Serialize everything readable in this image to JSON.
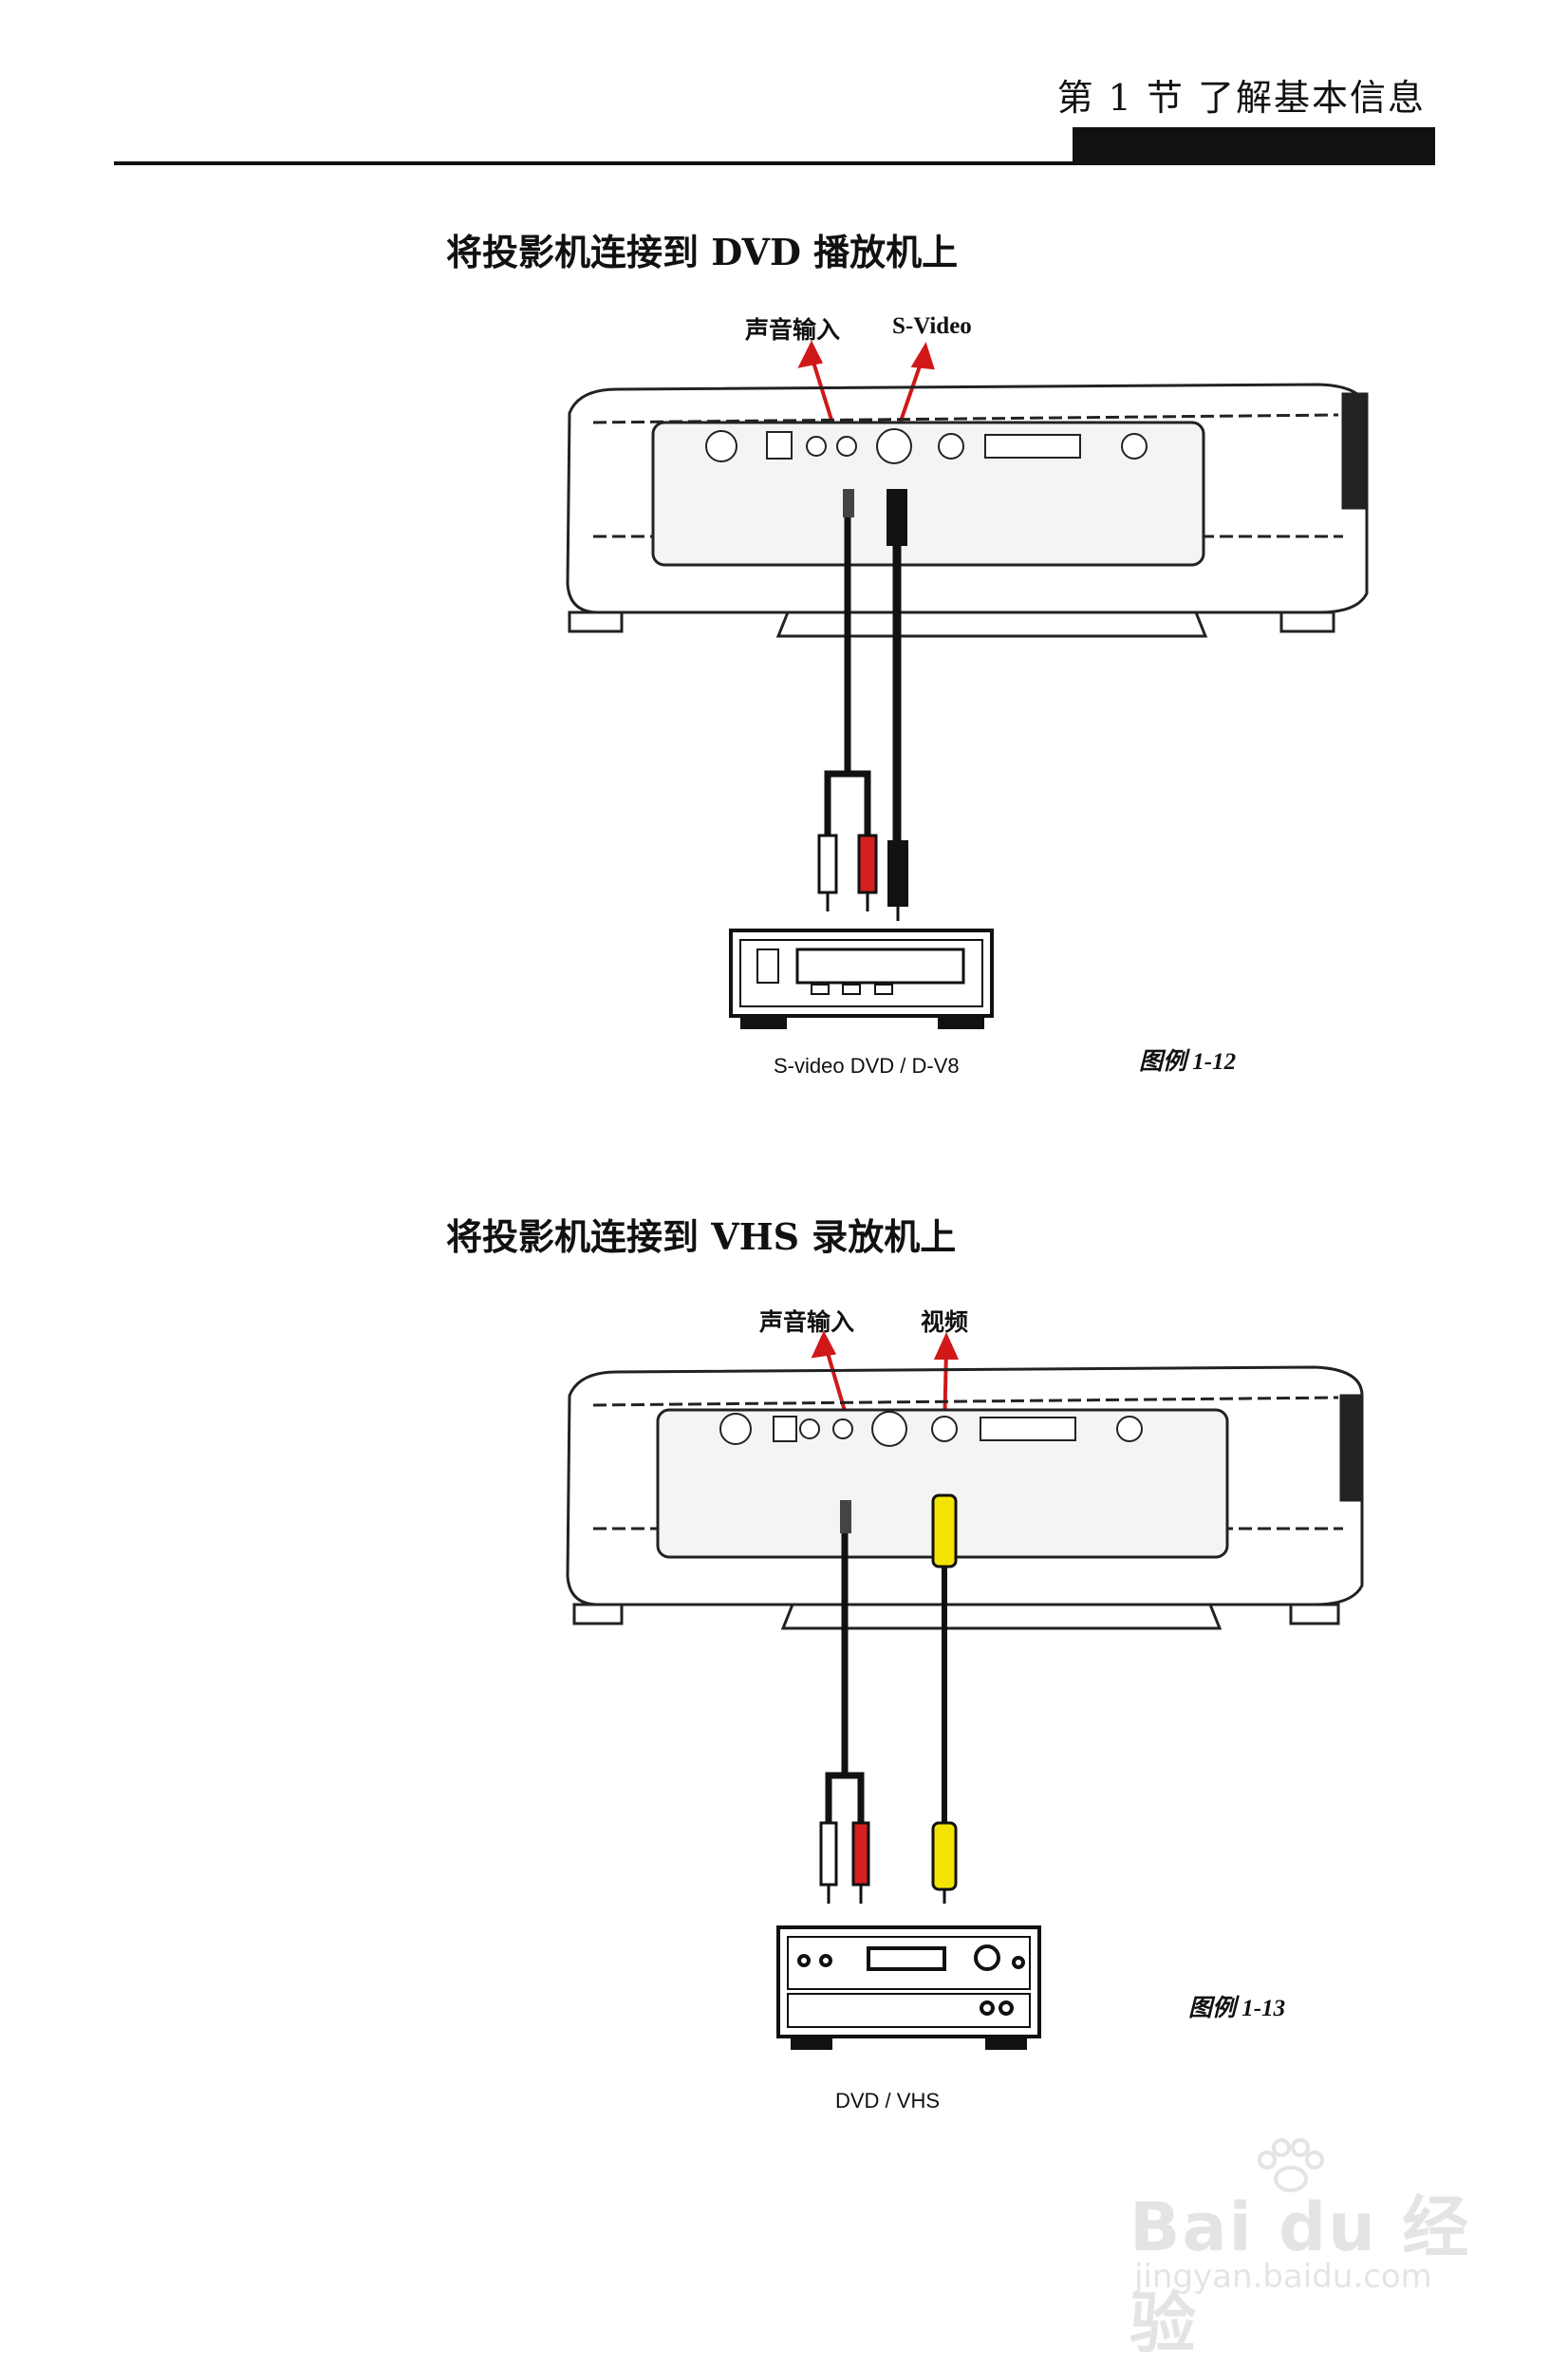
{
  "header": {
    "section": "第 1 节  了解基本信息"
  },
  "sections": [
    {
      "title": "将投影机连接到 DVD 播放机上",
      "labels": {
        "audio": "声音输入",
        "video": "S-Video"
      },
      "device": "S-video DVD / D-V8",
      "figure": "图例 1-12"
    },
    {
      "title": "将投影机连接到 VHS 录放机上",
      "labels": {
        "audio": "声音输入",
        "video": "视频"
      },
      "device": "DVD / VHS",
      "figure": "图例 1-13"
    }
  ],
  "colors": {
    "arrow": "#d01818",
    "cable_red": "#d42020",
    "cable_yellow": "#f2e400",
    "line": "#111111"
  },
  "watermark": {
    "brand": "Bai du 经验",
    "url": "jingyan.baidu.com"
  }
}
